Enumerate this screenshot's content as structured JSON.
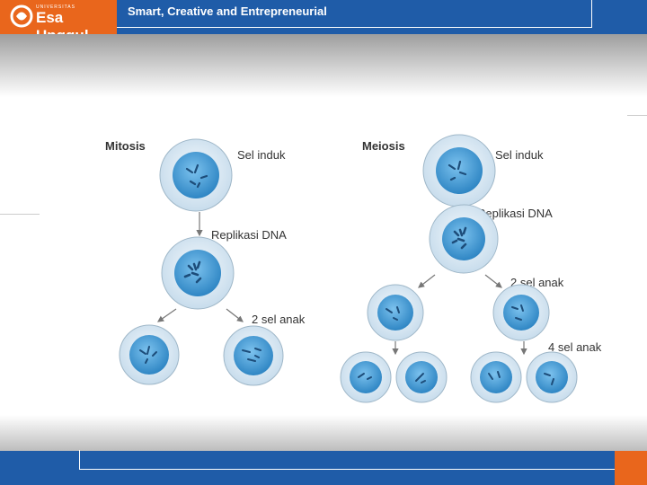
{
  "header": {
    "logo_small": "UNIVERSITAS",
    "logo_text": "Esa Unggul",
    "tagline": "Smart, Creative and Entrepreneurial"
  },
  "diagram": {
    "mitosis": {
      "title": "Mitosis",
      "parent_label": "Sel induk",
      "replication_label": "Replikasi DNA",
      "daughters_label": "2 sel anak"
    },
    "meiosis": {
      "title": "Meiosis",
      "parent_label": "Sel induk",
      "replication_label": "Replikasi DNA",
      "daughters_label": "2 sel anak",
      "granddaughters_label": "4 sel anak"
    }
  },
  "colors": {
    "brand_blue": "#1f5ca8",
    "brand_orange": "#e9661c",
    "cell_outer": "#dfeaf3",
    "nucleus": "#4a9fd8"
  }
}
